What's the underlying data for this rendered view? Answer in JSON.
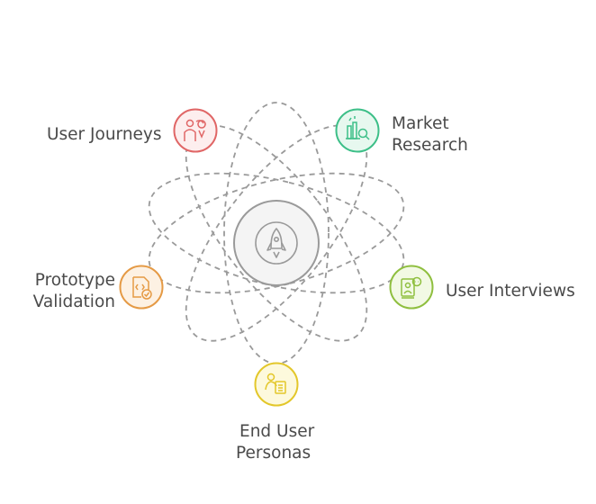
{
  "nodes": [
    {
      "id": "user-journeys",
      "label_lines": [
        "User Journeys"
      ],
      "icon": "user-route-pin-icon",
      "color": "#e06666",
      "fill": "#fdeeee"
    },
    {
      "id": "market-research",
      "label_lines": [
        "Market",
        "Research"
      ],
      "icon": "bar-chart-magnifier-icon",
      "color": "#3dbf88",
      "fill": "#e7f8ef"
    },
    {
      "id": "user-interviews",
      "label_lines": [
        "User Interviews"
      ],
      "icon": "interview-chat-icon",
      "color": "#8fbf3f",
      "fill": "#f2f9e4"
    },
    {
      "id": "end-user-personas",
      "label_lines": [
        "End User",
        "Personas"
      ],
      "icon": "persona-card-icon",
      "color": "#e3c72a",
      "fill": "#fdf9dc"
    },
    {
      "id": "prototype-validation",
      "label_lines": [
        "Prototype",
        "Validation"
      ],
      "icon": "code-file-check-icon",
      "color": "#e59a45",
      "fill": "#fdf1e3"
    }
  ],
  "center": {
    "icon": "rocket-icon",
    "color": "#9a9a9a",
    "fill": "#f4f4f4"
  },
  "orbit_color": "#9a9a9a"
}
